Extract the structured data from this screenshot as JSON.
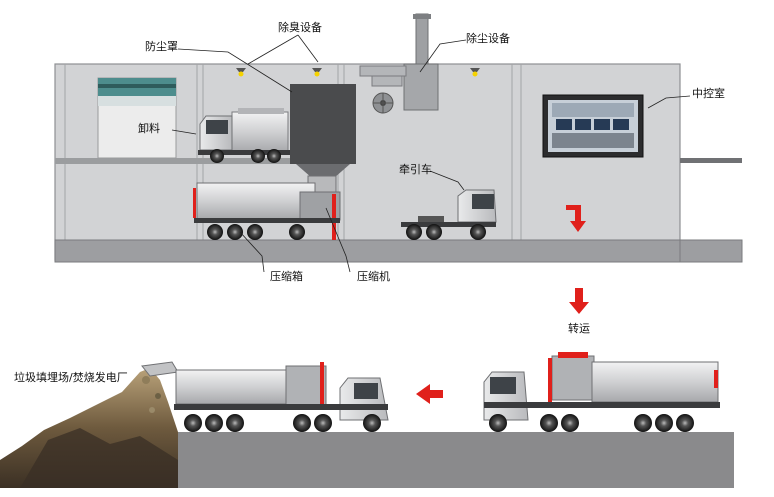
{
  "labels": {
    "deodor": "除臭设备",
    "dust_hood": "防尘罩",
    "dust_removal": "除尘设备",
    "control_room": "中控室",
    "unloading": "卸料",
    "tractor": "牵引车",
    "compress_box": "压缩箱",
    "compressor": "压缩机",
    "transfer": "转运",
    "landfill": "垃圾填埋场/焚烧发电厂"
  },
  "colors": {
    "building": "#d2d3d5",
    "building_line": "#8e9093",
    "ground": "#8a8a8c",
    "arrow": "#e0201b",
    "hopper": "#4a4b4d",
    "truck_body": "#c9cacc"
  }
}
